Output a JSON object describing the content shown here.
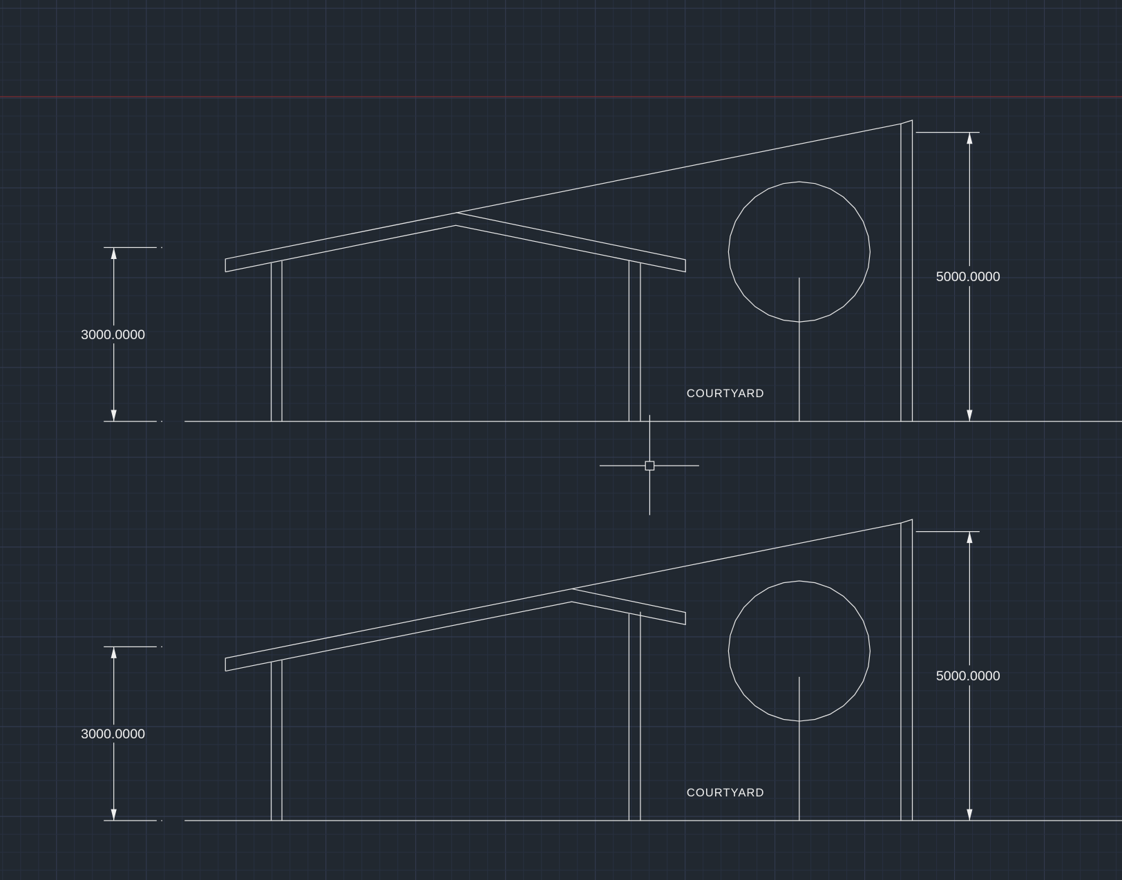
{
  "drawing": {
    "elevations": [
      {
        "left_dimension": "3000.0000",
        "right_dimension": "5000.0000",
        "label": "COURTYARD"
      },
      {
        "left_dimension": "3000.0000",
        "right_dimension": "5000.0000",
        "label": "COURTYARD"
      }
    ]
  },
  "colors": {
    "background": "#212830",
    "grid_minor": "#283040",
    "grid_major": "#343c52",
    "axis_x": "#7a2a30",
    "linework": "#e8e8e8"
  }
}
